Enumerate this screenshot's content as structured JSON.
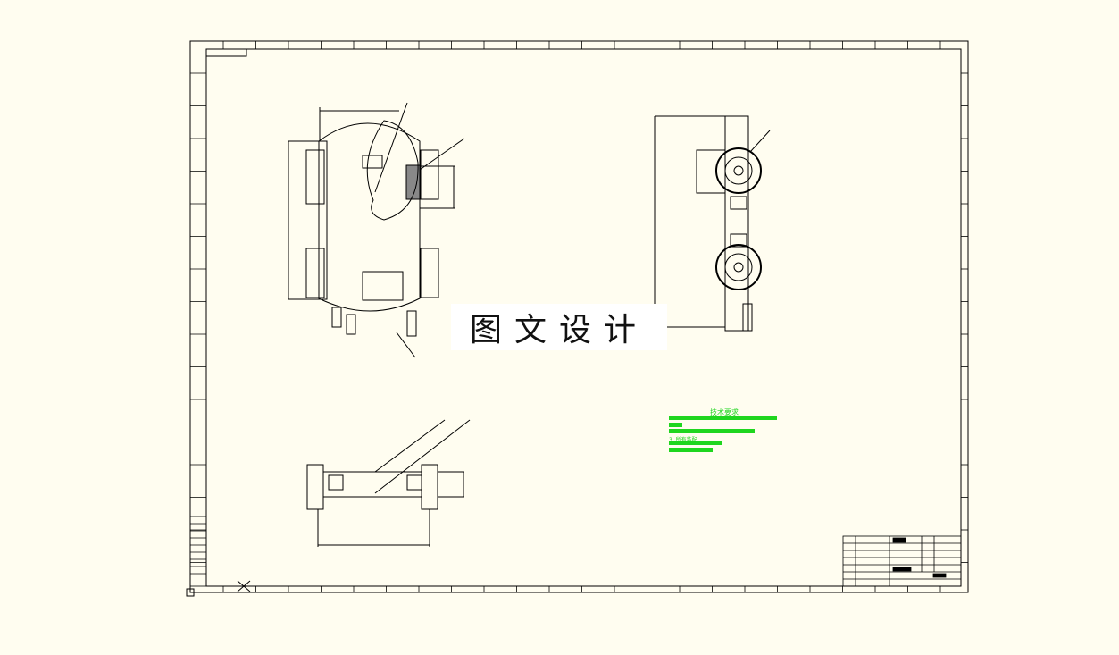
{
  "watermark": {
    "text": "图文设计"
  },
  "tech_requirements": {
    "title": "技术要求",
    "line3": "3. 所有装配……"
  },
  "colors": {
    "background": "#fffdf0",
    "ink": "#000000",
    "annotation_green": "#1fd61f",
    "watermark_bg": "#ffffff"
  },
  "icons": {
    "corner_mark": "cross-mark-icon"
  }
}
